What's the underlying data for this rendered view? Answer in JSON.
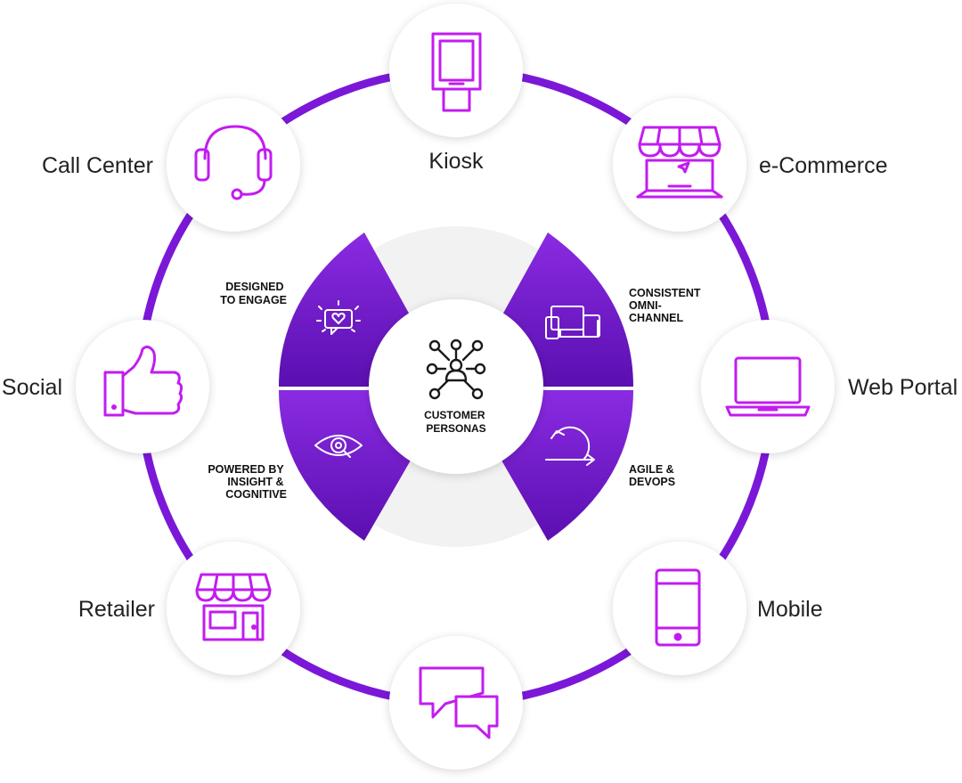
{
  "colors": {
    "accent_purple": "#7b18d8",
    "segment_purple_dark": "#5a0fb0",
    "segment_purple_light": "#8a2be2",
    "icon_magenta": "#c21cf0",
    "ring_gray": "#eeeeee",
    "text_dark": "#222222"
  },
  "hub": {
    "label_lines": [
      "CUSTOMER",
      "PERSONAS"
    ],
    "icon": "people-network-icon"
  },
  "pillars": [
    {
      "id": "designed",
      "label_lines": [
        "DESIGNED",
        "TO ENGAGE"
      ],
      "icon": "chat-heart-icon"
    },
    {
      "id": "consistent",
      "label_lines": [
        "CONSISTENT",
        "OMNI-",
        "CHANNEL"
      ],
      "icon": "devices-icon"
    },
    {
      "id": "powered",
      "label_lines": [
        "POWERED BY",
        "INSIGHT &",
        "COGNITIVE"
      ],
      "icon": "eye-search-icon"
    },
    {
      "id": "agile",
      "label_lines": [
        "AGILE &",
        "DEVOPS"
      ],
      "icon": "cycle-arrow-icon"
    }
  ],
  "channels": [
    {
      "id": "kiosk",
      "label": "Kiosk",
      "icon": "kiosk-icon"
    },
    {
      "id": "ecommerce",
      "label": "e-Commerce",
      "icon": "ecommerce-shop-icon"
    },
    {
      "id": "webportal",
      "label": "Web Portal",
      "icon": "laptop-icon"
    },
    {
      "id": "mobile",
      "label": "Mobile",
      "icon": "smartphone-icon"
    },
    {
      "id": "chat",
      "label": "",
      "icon": "chat-bubbles-icon"
    },
    {
      "id": "retailer",
      "label": "Retailer",
      "icon": "storefront-icon"
    },
    {
      "id": "social",
      "label": "Social",
      "icon": "thumbs-up-icon"
    },
    {
      "id": "callcenter",
      "label": "Call Center",
      "icon": "headset-icon"
    }
  ]
}
